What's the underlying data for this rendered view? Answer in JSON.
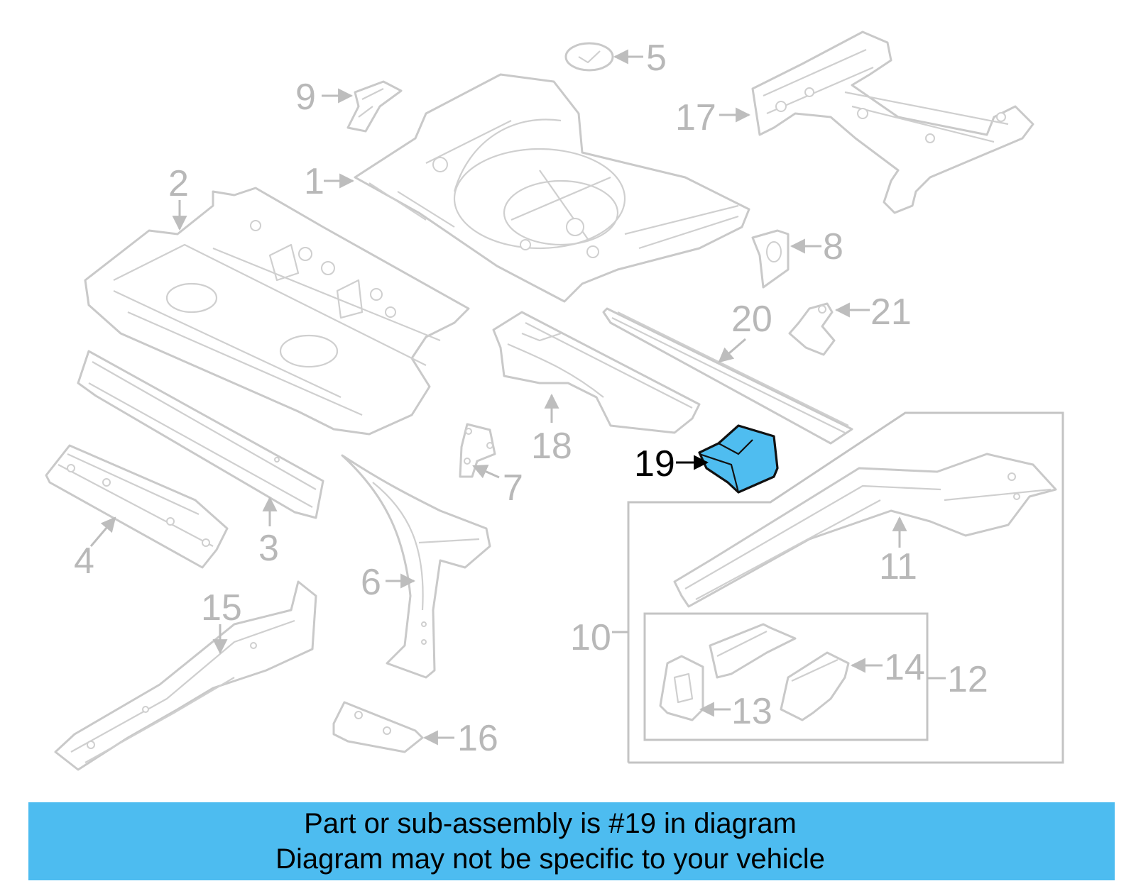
{
  "callouts": {
    "c1": "1",
    "c2": "2",
    "c3": "3",
    "c4": "4",
    "c5": "5",
    "c6": "6",
    "c7": "7",
    "c8": "8",
    "c9": "9",
    "c10": "10",
    "c11": "11",
    "c12": "12",
    "c13": "13",
    "c14": "14",
    "c15": "15",
    "c16": "16",
    "c17": "17",
    "c18": "18",
    "c19": "19",
    "c20": "20",
    "c21": "21"
  },
  "highlight": {
    "part_number": "19",
    "fill_color": "#4fbdf0"
  },
  "colors": {
    "banner": "#4dbcf0",
    "part_stroke": "#c9c9c9",
    "label": "#b8b8b8",
    "highlight_label": "#000000"
  },
  "banner": {
    "line1": "Part or sub-assembly is #19 in diagram",
    "line2": "Diagram may not be specific to your vehicle"
  }
}
